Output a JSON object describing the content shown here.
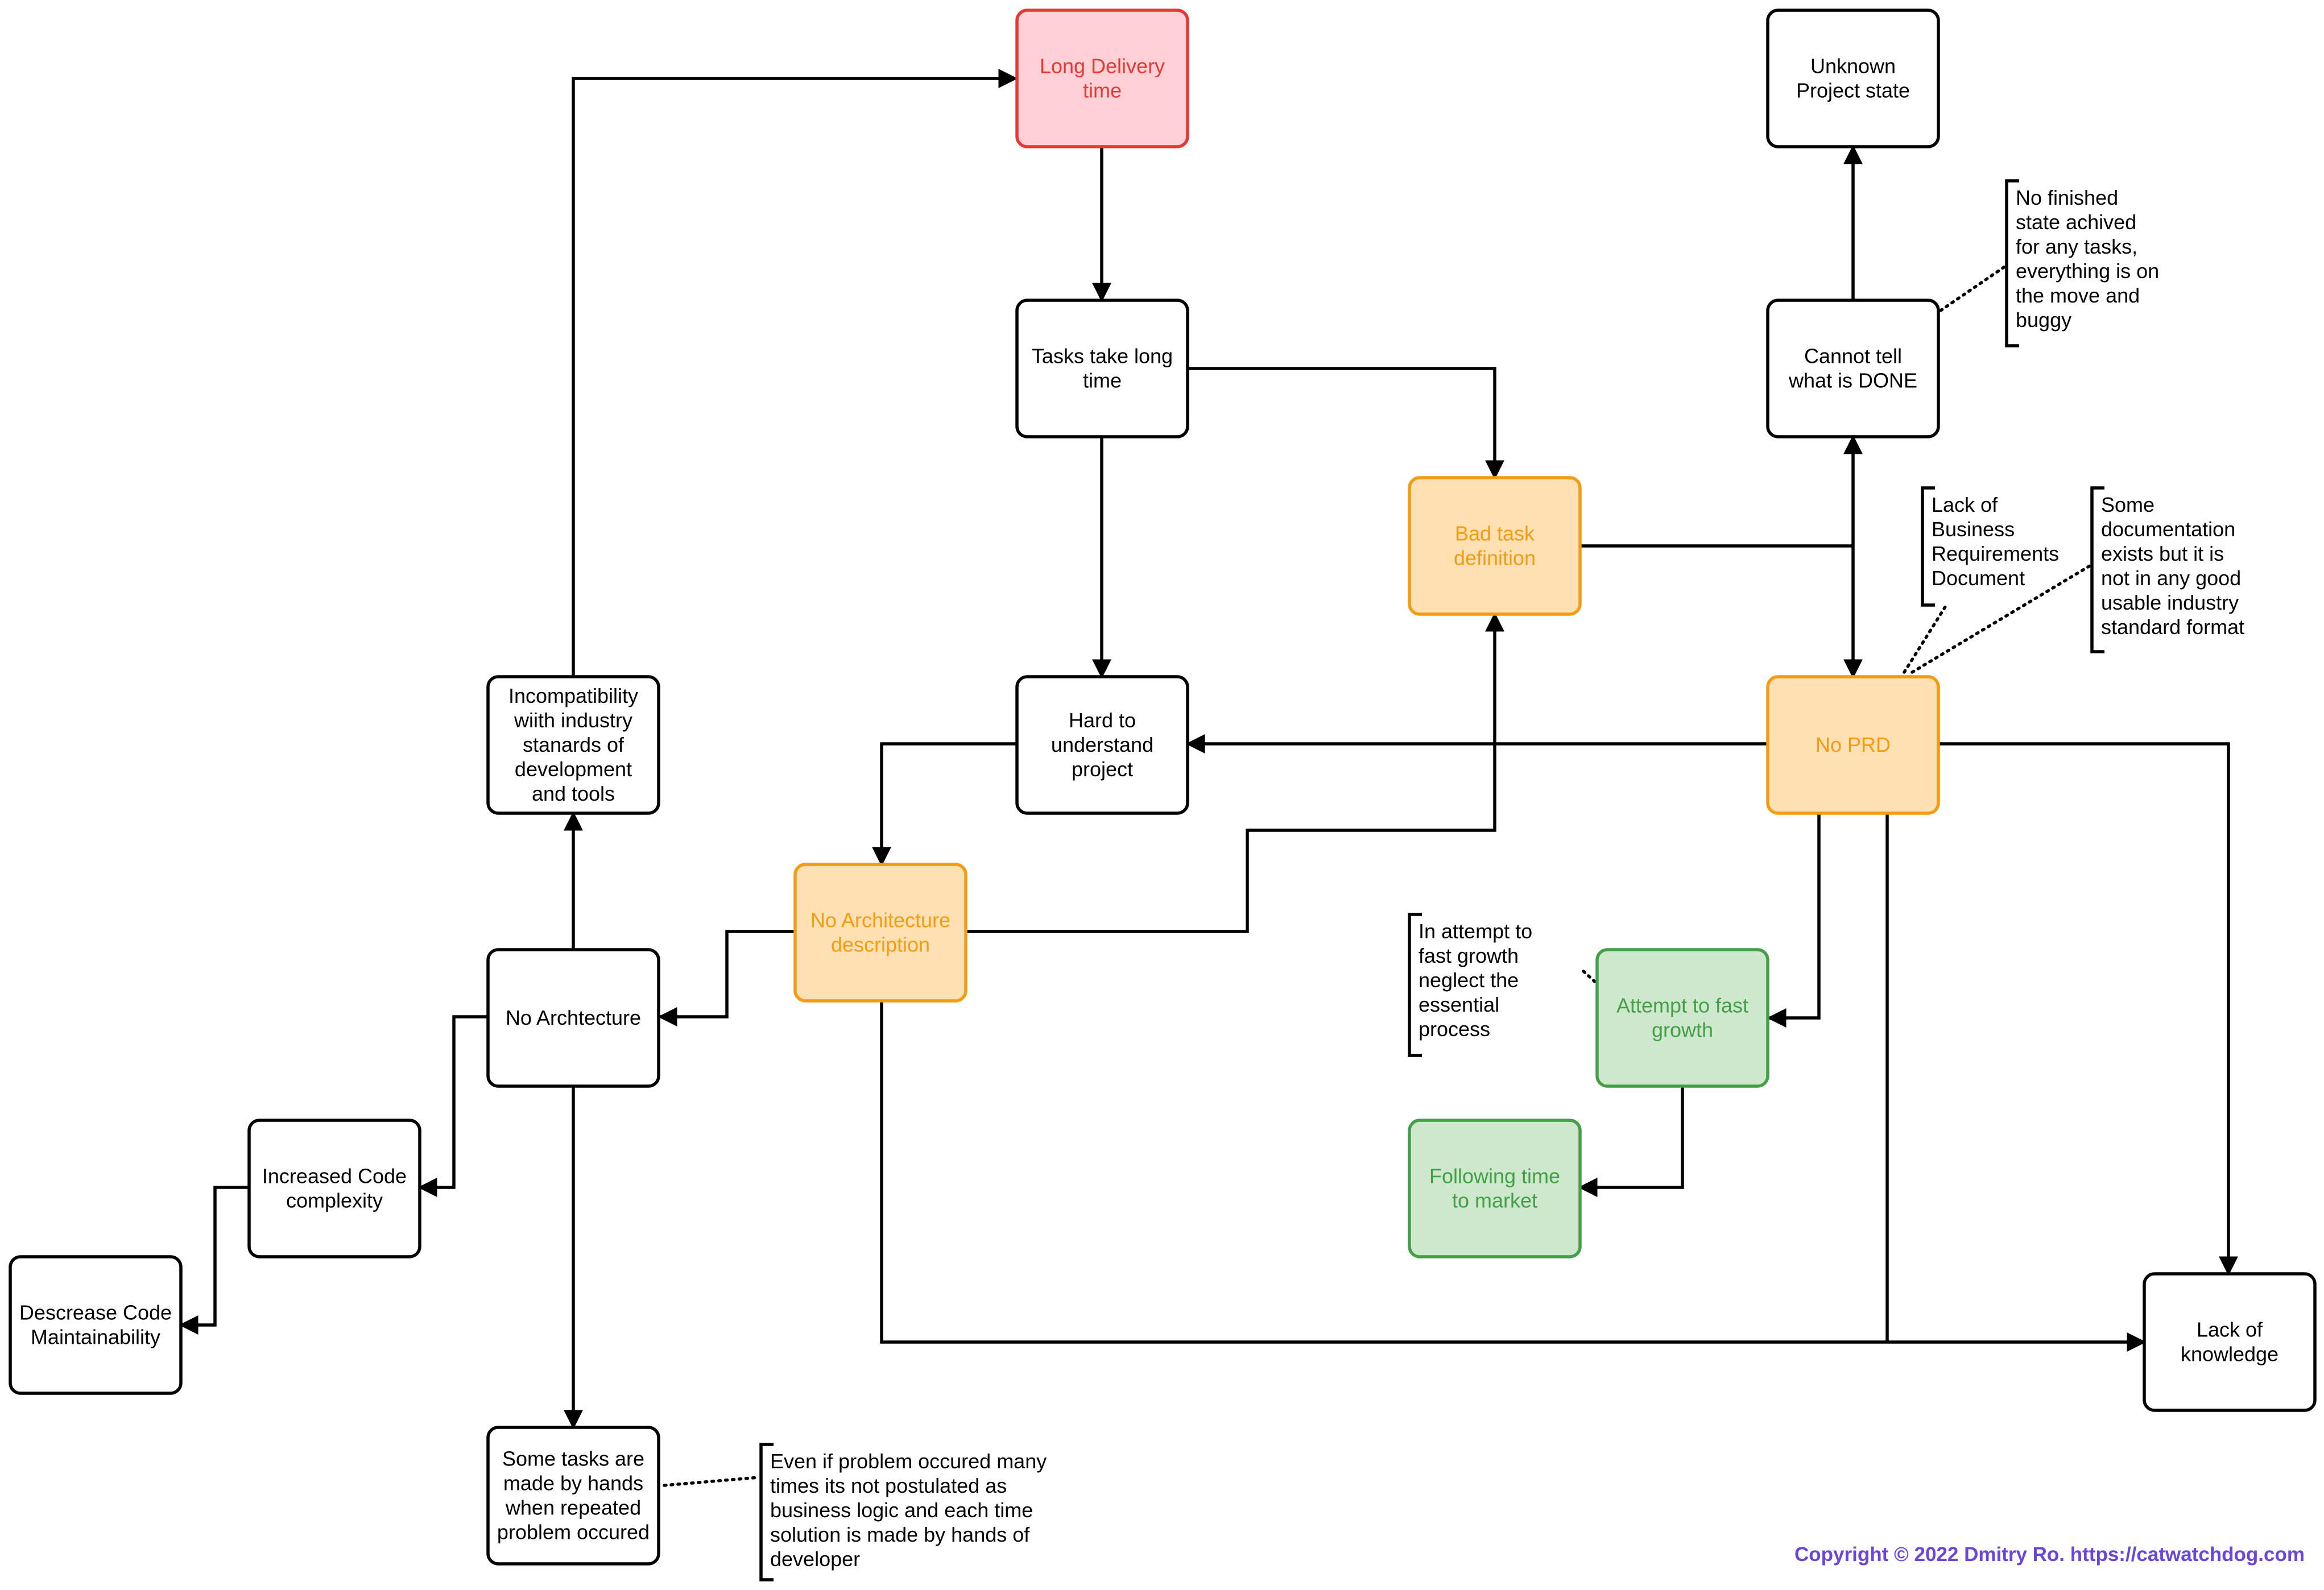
{
  "colors": {
    "default": {
      "fill": "#ffffff",
      "stroke": "#000000",
      "text": "#000000"
    },
    "red": {
      "fill": "#ffd0d6",
      "stroke": "#e53935",
      "text": "#e53935"
    },
    "orange": {
      "fill": "#ffe0b2",
      "stroke": "#f39c12",
      "text": "#f39c12"
    },
    "green": {
      "fill": "#cde8cc",
      "stroke": "#43a047",
      "text": "#43a047"
    }
  },
  "nodes": [
    {
      "id": "long-delivery",
      "style": "red",
      "lines": [
        "Long Delivery",
        "time"
      ]
    },
    {
      "id": "unknown-state",
      "style": "default",
      "lines": [
        "Unknown",
        "Project state"
      ]
    },
    {
      "id": "tasks-long",
      "style": "default",
      "lines": [
        "Tasks take long",
        "time"
      ]
    },
    {
      "id": "cannot-tell",
      "style": "default",
      "lines": [
        "Cannot tell",
        "what is DONE"
      ]
    },
    {
      "id": "bad-task",
      "style": "orange",
      "lines": [
        "Bad task",
        "definition"
      ]
    },
    {
      "id": "incompat",
      "style": "default",
      "lines": [
        "Incompatibility",
        "wiith industry",
        "stanards of",
        "development",
        "and tools"
      ]
    },
    {
      "id": "hard-understand",
      "style": "default",
      "lines": [
        "Hard to",
        "understand",
        "project"
      ]
    },
    {
      "id": "no-prd",
      "style": "orange",
      "lines": [
        "No PRD"
      ]
    },
    {
      "id": "no-arch-desc",
      "style": "orange",
      "lines": [
        "No Architecture",
        "description"
      ]
    },
    {
      "id": "no-arch",
      "style": "default",
      "lines": [
        "No Archtecture"
      ]
    },
    {
      "id": "attempt-fast",
      "style": "green",
      "lines": [
        "Attempt to fast",
        "growth"
      ]
    },
    {
      "id": "increased-complexity",
      "style": "default",
      "lines": [
        "Increased Code",
        "complexity"
      ]
    },
    {
      "id": "following-time",
      "style": "green",
      "lines": [
        "Following time",
        "to market"
      ]
    },
    {
      "id": "decrease-maint",
      "style": "default",
      "lines": [
        "Descrease Code",
        "Maintainability"
      ]
    },
    {
      "id": "lack-knowledge",
      "style": "default",
      "lines": [
        "Lack of",
        "knowledge"
      ]
    },
    {
      "id": "manual-tasks",
      "style": "default",
      "lines": [
        "Some tasks are",
        "made by hands",
        "when repeated",
        "problem occured"
      ]
    }
  ],
  "notes": [
    {
      "id": "no-finished-state",
      "lines": [
        "No finished",
        "state achived",
        "for any tasks,",
        "everything is on",
        "the move and",
        "buggy"
      ]
    },
    {
      "id": "lack-brd",
      "lines": [
        "Lack of",
        "Business",
        "Requirements",
        "Document"
      ]
    },
    {
      "id": "some-documentation",
      "lines": [
        "Some",
        "documentation",
        "exists but it is",
        "not in any good",
        "usable industry",
        "standard format"
      ]
    },
    {
      "id": "fast-growth-neglect",
      "lines": [
        "In attempt to",
        "fast growth",
        "neglect the",
        "essential",
        "process"
      ]
    },
    {
      "id": "problem-not-postulated",
      "lines": [
        "Even if problem occured many",
        "times its not postulated as",
        "business logic and each time",
        "solution is made by hands of",
        "developer"
      ]
    }
  ],
  "copyright": "Copyright © 2022 Dmitry Ro. https://catwatchdog.com"
}
